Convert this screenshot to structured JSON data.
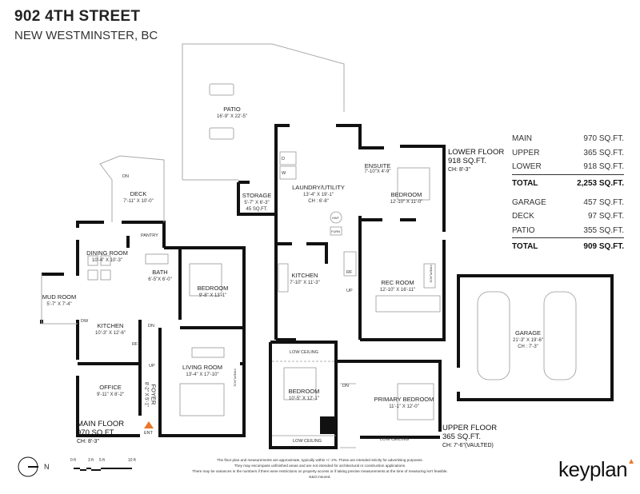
{
  "header": {
    "title": "902 4TH STREET",
    "subtitle": "NEW WESTMINSTER, BC"
  },
  "lower_floor": {
    "label": "LOWER FLOOR",
    "area": "918 SQ.FT.",
    "ceiling": "CH: 8'-3\"",
    "rooms": [
      {
        "name": "STORAGE",
        "dims": "5'-7\" X 6'-3\"",
        "extra": "45 SQ.FT."
      },
      {
        "name": "LAUNDRY/UTILITY",
        "dims": "13'-4\" X 19'-1\"",
        "extra": "CH : 6'-8\""
      },
      {
        "name": "ENSUITE",
        "dims": "7'-10\"X 4'-9\""
      },
      {
        "name": "BEDROOM",
        "dims": "12'-10\" X 11'-0\""
      },
      {
        "name": "KITCHEN",
        "dims": "7'-10\" X 11'-3\""
      },
      {
        "name": "REC ROOM",
        "dims": "12'-10\" X 16'-11\""
      }
    ],
    "fixtures": {
      "dryer": "D",
      "washer": "W",
      "hwt": "HWT",
      "furnace": "FURN",
      "fridge": "RF",
      "stairs": "UP",
      "fireplace": "FIREPLACE"
    }
  },
  "patio": {
    "name": "PATIO",
    "dims": "16'-9\" X 22'-5\""
  },
  "main_floor": {
    "label": "MAIN FLOOR",
    "area": "970 SQ.FT.",
    "ceiling": "CH: 8'-3\"",
    "rooms": [
      {
        "name": "DECK",
        "dims": "7'-11\" X 10'-0\""
      },
      {
        "name": "DINING ROOM",
        "dims": "10'-4\" X 10'-3\""
      },
      {
        "name": "MUD ROOM",
        "dims": "5'-7\" X 7'-4\""
      },
      {
        "name": "BATH",
        "dims": "6'-5\"X 6'-0\""
      },
      {
        "name": "BEDROOM",
        "dims": "9'-8\" X 13'-1\""
      },
      {
        "name": "KITCHEN",
        "dims": "10'-3\" X 12'-6\""
      },
      {
        "name": "LIVING ROOM",
        "dims": "13'-4\" X 17'-10\""
      },
      {
        "name": "OFFICE",
        "dims": "9'-11\" X 8'-2\""
      },
      {
        "name": "FOYER",
        "dims": "8'-2\" X 5'-1\""
      }
    ],
    "fixtures": {
      "pantry": "PANTRY",
      "deck_stairs": "DN",
      "stairs_dn": "DN",
      "stairs_up": "UP",
      "dishwasher": "DW",
      "fridge": "RF",
      "fireplace": "FIREPLACE",
      "entrance": "ENT"
    }
  },
  "upper_floor": {
    "label": "UPPER FLOOR",
    "area": "365 SQ.FT.",
    "ceiling": "CH: 7'-6\"(VAULTED)",
    "rooms": [
      {
        "name": "BEDROOM",
        "dims": "10'-5\" X 12'-1\""
      },
      {
        "name": "PRIMARY BEDROOM",
        "dims": "11'-1\" X 12'-0\""
      }
    ],
    "low_ceiling": "LOW CEILING",
    "stairs": "DN"
  },
  "garage": {
    "name": "GARAGE",
    "dims": "21'-3\" X 19'-6\"",
    "ceiling": "CH : 7'-3\""
  },
  "area_summary": {
    "living": [
      {
        "label": "MAIN",
        "value": "970 SQ.FT."
      },
      {
        "label": "UPPER",
        "value": "365 SQ.FT."
      },
      {
        "label": "LOWER",
        "value": "918 SQ.FT."
      }
    ],
    "living_total": {
      "label": "TOTAL",
      "value": "2,253 SQ.FT."
    },
    "other": [
      {
        "label": "GARAGE",
        "value": "457 SQ.FT."
      },
      {
        "label": "DECK",
        "value": "97 SQ.FT."
      },
      {
        "label": "PATIO",
        "value": "355 SQ.FT."
      }
    ],
    "other_total": {
      "label": "TOTAL",
      "value": "909 SQ.FT."
    }
  },
  "footer": {
    "north": "N",
    "scale": [
      "0 ft",
      "3 ft",
      "5 ft",
      "10 ft"
    ],
    "disclaimer": [
      "The floor plan and measurements are approximate, typically within +/- 2%. These are intended strictly for advertising purposes.",
      "They may encompass unfinished areas and are not intended for architectural or construction applications.",
      "There may be variances in the numbers if there were restrictions on property access or if taking precise measurements at the time of measuring isn't feasible. E&O insured."
    ],
    "logo": "keyplan",
    "accent": "#e8782a"
  }
}
